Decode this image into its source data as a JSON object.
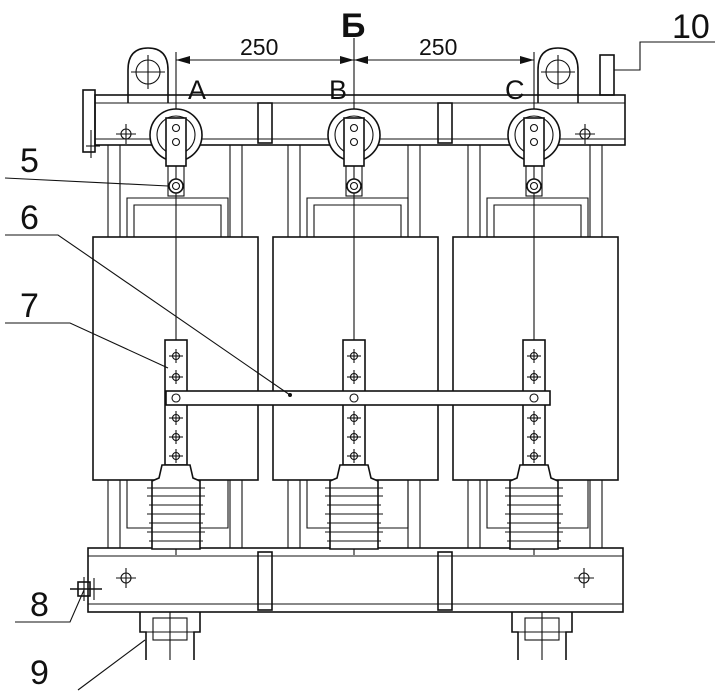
{
  "labels": {
    "center_mark": "Б",
    "dim_left": "250",
    "dim_right": "250",
    "phase_a": "A",
    "phase_b": "B",
    "phase_c": "C",
    "callout_5": "5",
    "callout_6": "6",
    "callout_7": "7",
    "callout_8": "8",
    "callout_9": "9",
    "callout_10": "10"
  },
  "icons": {
    "bolt_hole": "circle-crosshair",
    "lifting_eye": "lifting-eye-lug"
  }
}
